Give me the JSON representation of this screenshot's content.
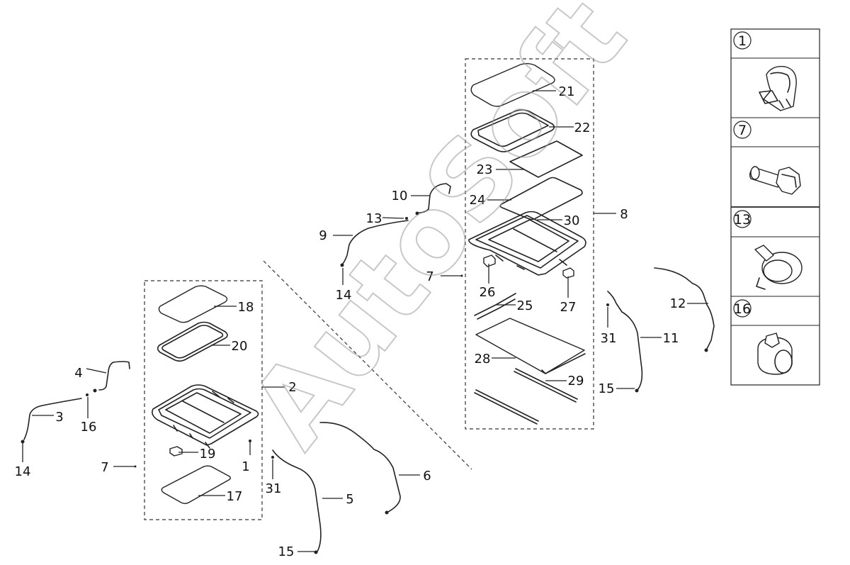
{
  "callouts": {
    "c1": "1",
    "c2": "2",
    "c3": "3",
    "c4": "4",
    "c5": "5",
    "c6": "6",
    "c7a": "7",
    "c7b": "7",
    "c8": "8",
    "c9": "9",
    "c10": "10",
    "c11": "11",
    "c12": "12",
    "c13": "13",
    "c14a": "14",
    "c14b": "14",
    "c15a": "15",
    "c15b": "15",
    "c16": "16",
    "c17": "17",
    "c18": "18",
    "c19": "19",
    "c20": "20",
    "c21": "21",
    "c22": "22",
    "c23": "23",
    "c24": "24",
    "c25": "25",
    "c26": "26",
    "c27": "27",
    "c28": "28",
    "c29": "29",
    "c30": "30",
    "c31a": "31",
    "c31b": "31"
  },
  "legend": [
    "1",
    "7",
    "13",
    "16"
  ],
  "watermark": "AutoSoft"
}
